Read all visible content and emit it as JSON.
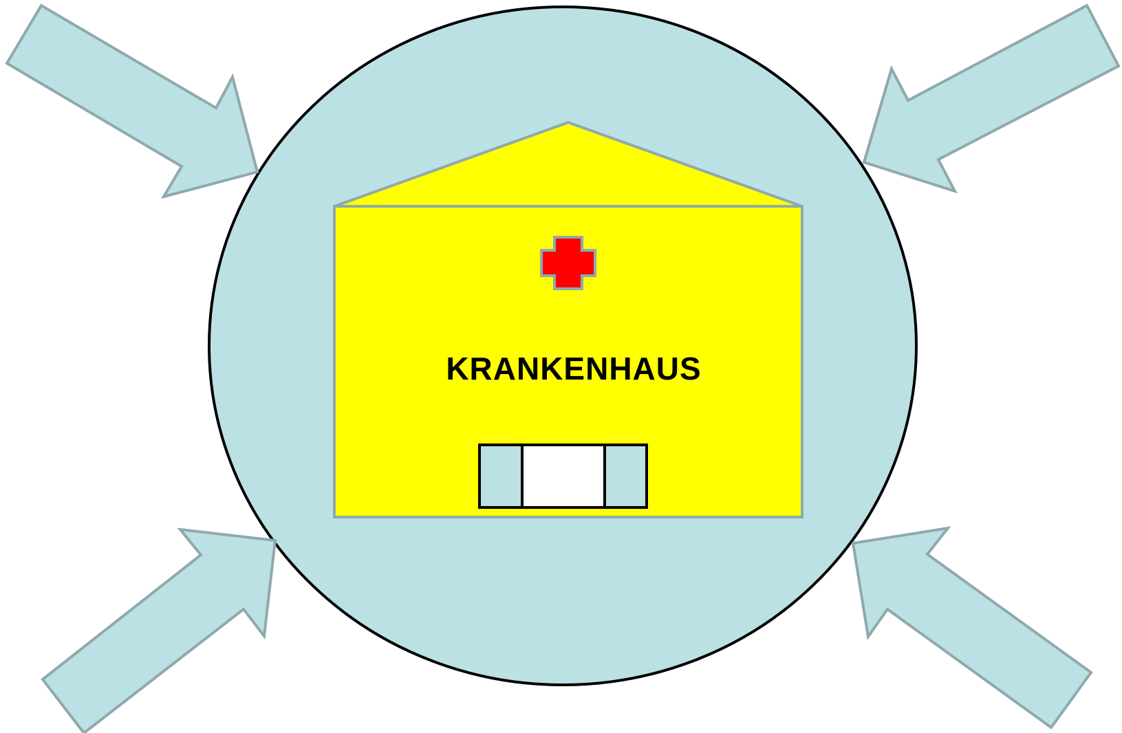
{
  "building": {
    "label": "KRANKENHAUS"
  },
  "colors": {
    "circle_fill": "#bce1e4",
    "circle_stroke": "#000000",
    "arrow_fill": "#bce1e4",
    "arrow_stroke": "#8fa9ad",
    "building_fill": "#ffff00",
    "building_stroke": "#8fa9ad",
    "cross_fill": "#ff0000",
    "door_side_fill": "#bce1e4",
    "door_center_fill": "#ffffff",
    "door_stroke": "#000000"
  },
  "icons": {
    "cross": "red-cross-icon",
    "arrows": [
      "arrow-top-left",
      "arrow-top-right",
      "arrow-bottom-left",
      "arrow-bottom-right"
    ]
  }
}
